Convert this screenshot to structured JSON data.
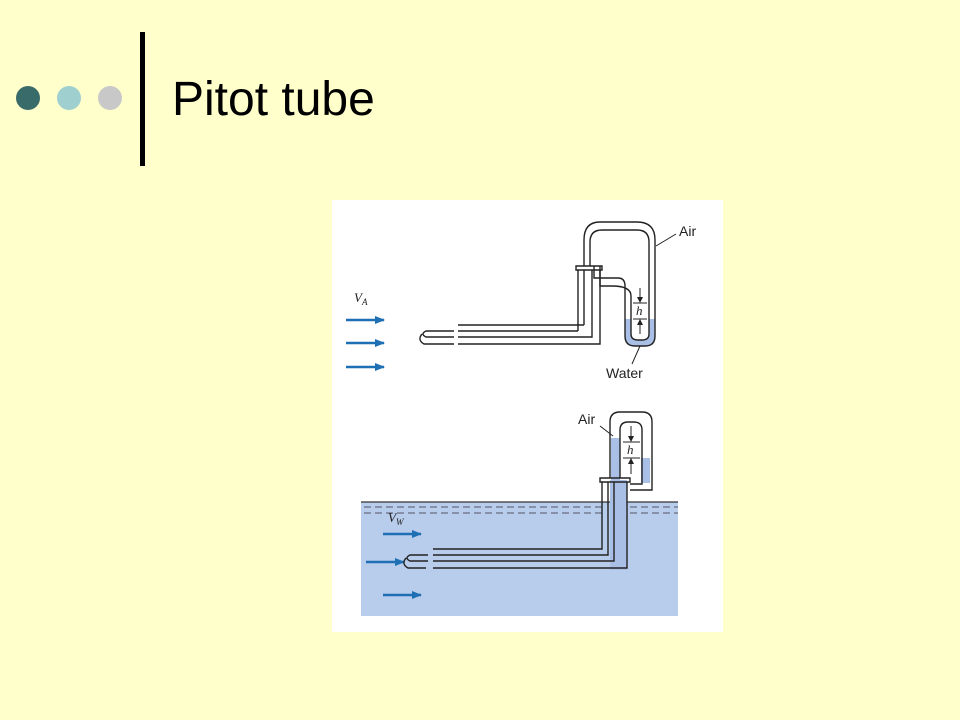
{
  "slide": {
    "title": "Pitot tube"
  },
  "diagram": {
    "top": {
      "velocity_label": "V",
      "velocity_subscript": "A",
      "upper_fluid_label": "Air",
      "lower_fluid_label": "Water",
      "height_label": "h"
    },
    "bottom": {
      "velocity_label": "V",
      "velocity_subscript": "W",
      "upper_fluid_label": "Air",
      "height_label": "h"
    },
    "colors": {
      "arrow": "#1F6FB5",
      "water": "#B8CCEC",
      "manometer_water": "#A9BFE6",
      "outline": "#222222"
    }
  }
}
